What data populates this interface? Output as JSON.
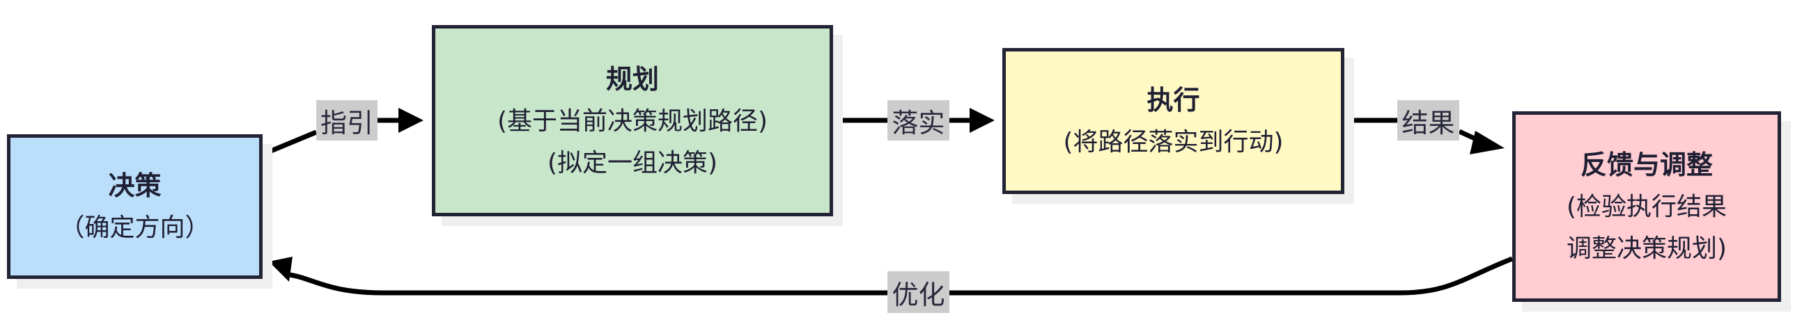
{
  "colors": {
    "decision": "#bbdefb",
    "planning": "#c8e6c9",
    "execution": "#fff9c4",
    "feedback": "#ffcdd2",
    "border": "#232336",
    "edge_label_bg": "#cccccc",
    "edge": "#000000"
  },
  "nodes": {
    "decision": {
      "title": "决策",
      "sub": "（确定方向）"
    },
    "planning": {
      "title": "规划",
      "sub": "(基于当前决策规划路径)\n(拟定一组决策)"
    },
    "execution": {
      "title": "执行",
      "sub": "(将路径落实到行动)"
    },
    "feedback": {
      "title": "反馈与调整",
      "sub": "(检验执行结果\n调整决策规划)"
    }
  },
  "edges": [
    {
      "from": "decision",
      "to": "planning",
      "label": "指引"
    },
    {
      "from": "planning",
      "to": "execution",
      "label": "落实"
    },
    {
      "from": "execution",
      "to": "feedback",
      "label": "结果"
    },
    {
      "from": "feedback",
      "to": "decision",
      "label": "优化"
    }
  ]
}
